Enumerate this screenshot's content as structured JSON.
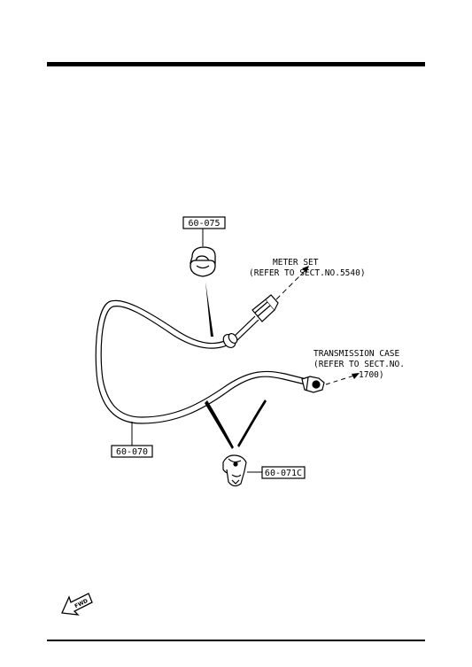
{
  "parts": {
    "clip_top": "60-075",
    "cable": "60-070",
    "clip_bottom": "60-071C"
  },
  "callouts": {
    "meter": {
      "line1": "METER SET",
      "line2": "(REFER TO SECT.NO.5540)"
    },
    "transmission": {
      "line1": "TRANSMISSION CASE",
      "line2": "(REFER TO SECT.NO.",
      "line3": "1700)"
    }
  },
  "fwd_label": "FWD",
  "icons": [
    "fwd-arrow-icon"
  ]
}
